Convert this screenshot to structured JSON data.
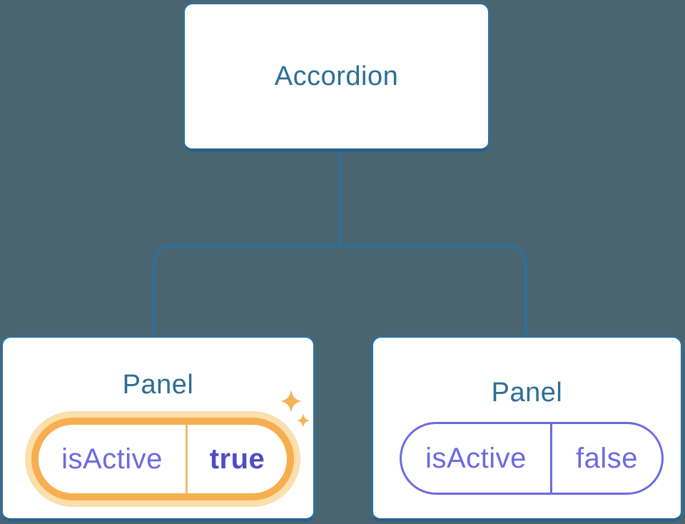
{
  "diagram": {
    "root": {
      "label": "Accordion"
    },
    "panels": [
      {
        "label": "Panel",
        "prop_name": "isActive",
        "prop_value": "true",
        "active": true,
        "highlight_icon": "sparkles-icon"
      },
      {
        "label": "Panel",
        "prop_name": "isActive",
        "prop_value": "false",
        "active": false
      }
    ],
    "colors": {
      "background": "#4A6570",
      "node_border_blue": "#2E6F9B",
      "node_label_blue": "#2D6E93",
      "prop_purple": "#6C6ADF",
      "prop_value_active_purple": "#4F4CC7",
      "highlight_orange": "#F7AE50",
      "highlight_glow_orange": "#FBDFAC",
      "sparkle_orange": "#F5B259"
    }
  }
}
